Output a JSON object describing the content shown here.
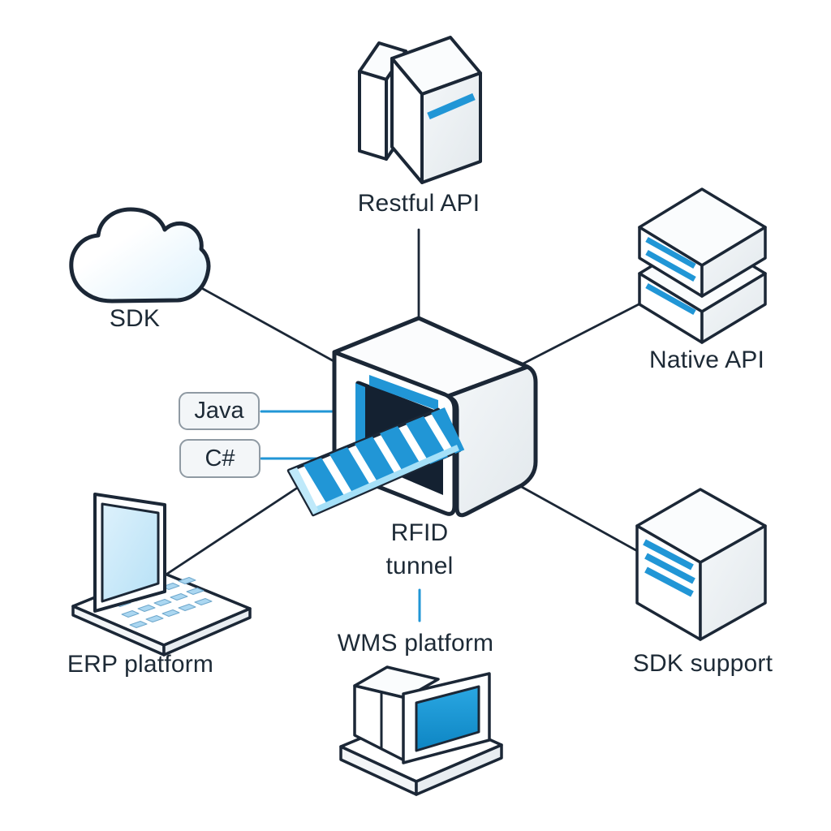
{
  "diagram": {
    "center": {
      "label_line1": "RFID",
      "label_line2": "tunnel"
    },
    "nodes": {
      "restful_api": "Restful API",
      "native_api": "Native API",
      "sdk_support": "SDK support",
      "wms_platform": "WMS platform",
      "erp_platform": "ERP platform",
      "sdk": "SDK"
    },
    "tags": {
      "java": "Java",
      "csharp": "C#"
    },
    "colors": {
      "outline": "#1b2736",
      "accent_blue": "#2196d6",
      "light_blue": "#c9e8f8",
      "cyan_edge": "#a5e0f8",
      "screen_blue": "#1095d8",
      "text": "#1d2a36",
      "tag_fill": "#f3f6f8",
      "tag_border": "#8f9aa3"
    }
  }
}
